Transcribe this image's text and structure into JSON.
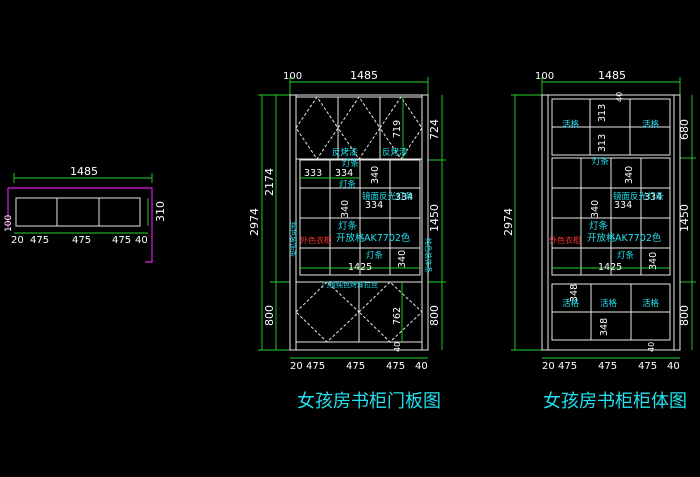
{
  "plan": {
    "width_dim": "1485",
    "depth_dim": "310",
    "depth_left_dim": "100",
    "bottom_dims": [
      "20",
      "475",
      "475",
      "475",
      "40"
    ]
  },
  "door": {
    "title": "女孩房书柜门板图",
    "top_dims": [
      "100",
      "1485"
    ],
    "left_dims": [
      "2974",
      "2174",
      "800"
    ],
    "right_dims": [
      "724",
      "1450",
      "800"
    ],
    "bottom_dims": [
      "20",
      "475",
      "475",
      "475",
      "40"
    ],
    "inner_dims": [
      "719",
      "333",
      "334",
      "340",
      "334",
      "334",
      "340",
      "1425",
      "340",
      "762",
      "40"
    ],
    "labels": {
      "reflector_l": "反烤漆",
      "reflector_r": "反烤漆",
      "light_1": "灯条",
      "light_2": "灯条",
      "mirror_light": "镜面反光灯条",
      "open_grid": "开放格",
      "color_code": "AK7702色",
      "light_3": "灯条",
      "side_note": "外色衣柜",
      "vertical_left": "纯色装饰条",
      "vertical_right": "纯色装饰条",
      "lower_note": "门板纯色烤漆拉丝",
      "light_4": "灯条"
    }
  },
  "body": {
    "title": "女孩房书柜柜体图",
    "top_dims": [
      "100",
      "1485",
      "40"
    ],
    "left_dims": [
      "2974"
    ],
    "right_dims": [
      "680",
      "1450",
      "800"
    ],
    "inner_dims": [
      "313",
      "313",
      "340",
      "334",
      "334",
      "340",
      "1425",
      "340",
      "348",
      "348",
      "40"
    ],
    "labels": {
      "shelf_1": "活格",
      "shelf_2": "活格",
      "light_1": "灯条",
      "mirror_light": "镜面反光灯条",
      "light_2": "灯条",
      "open_grid": "开放格",
      "color_code": "AK7702色",
      "light_3": "灯条",
      "side_note": "外色衣柜",
      "shelf_3": "活格",
      "shelf_4": "活格",
      "shelf_5": "活格"
    }
  }
}
